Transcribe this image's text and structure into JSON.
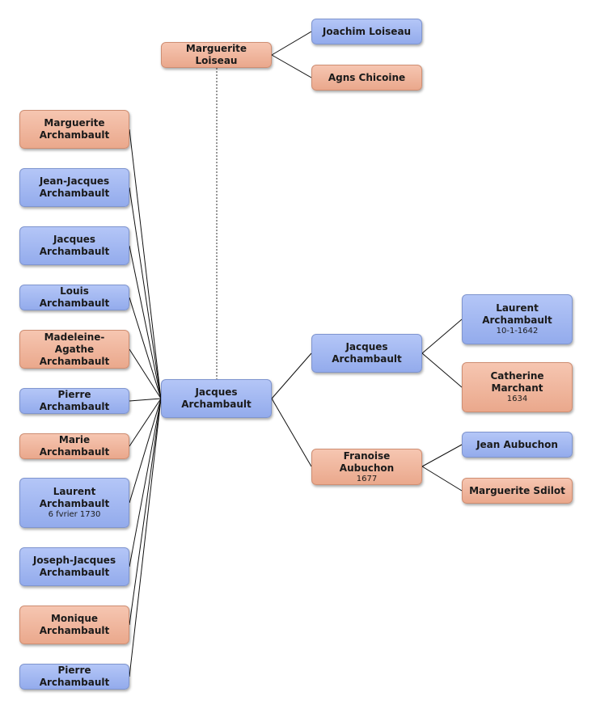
{
  "colors": {
    "male": "#a3b8f2",
    "female": "#f0b79e",
    "line": "#111111"
  },
  "focus": {
    "name": "Jacques Archambault",
    "gender": "male"
  },
  "spouse": {
    "name": "Marguerite Loiseau",
    "gender": "female"
  },
  "spouse_parents": [
    {
      "name": "Joachim Loiseau",
      "gender": "male"
    },
    {
      "name": "Agns Chicoine",
      "gender": "female"
    }
  ],
  "parents": [
    {
      "name": "Jacques Archambault",
      "gender": "male"
    },
    {
      "name": "Franoise Aubuchon",
      "date": "1677",
      "gender": "female"
    }
  ],
  "paternal_grandparents": [
    {
      "name": "Laurent Archambault",
      "date": "10-1-1642",
      "gender": "male"
    },
    {
      "name": "Catherine Marchant",
      "date": "1634",
      "gender": "female"
    }
  ],
  "maternal_grandparents": [
    {
      "name": "Jean Aubuchon",
      "gender": "male"
    },
    {
      "name": "Marguerite Sdilot",
      "gender": "female"
    }
  ],
  "children": [
    {
      "name": "Marguerite Archambault",
      "gender": "female"
    },
    {
      "name": "Jean-Jacques Archambault",
      "gender": "male"
    },
    {
      "name": "Jacques Archambault",
      "gender": "male"
    },
    {
      "name": "Louis Archambault",
      "gender": "male"
    },
    {
      "name": "Madeleine-Agathe Archambault",
      "gender": "female"
    },
    {
      "name": "Pierre Archambault",
      "gender": "male"
    },
    {
      "name": "Marie Archambault",
      "gender": "female"
    },
    {
      "name": "Laurent Archambault",
      "date": "6 fvrier 1730",
      "gender": "male"
    },
    {
      "name": "Joseph-Jacques Archambault",
      "gender": "male"
    },
    {
      "name": "Monique Archambault",
      "gender": "female"
    },
    {
      "name": "Pierre Archambault",
      "gender": "male"
    }
  ]
}
